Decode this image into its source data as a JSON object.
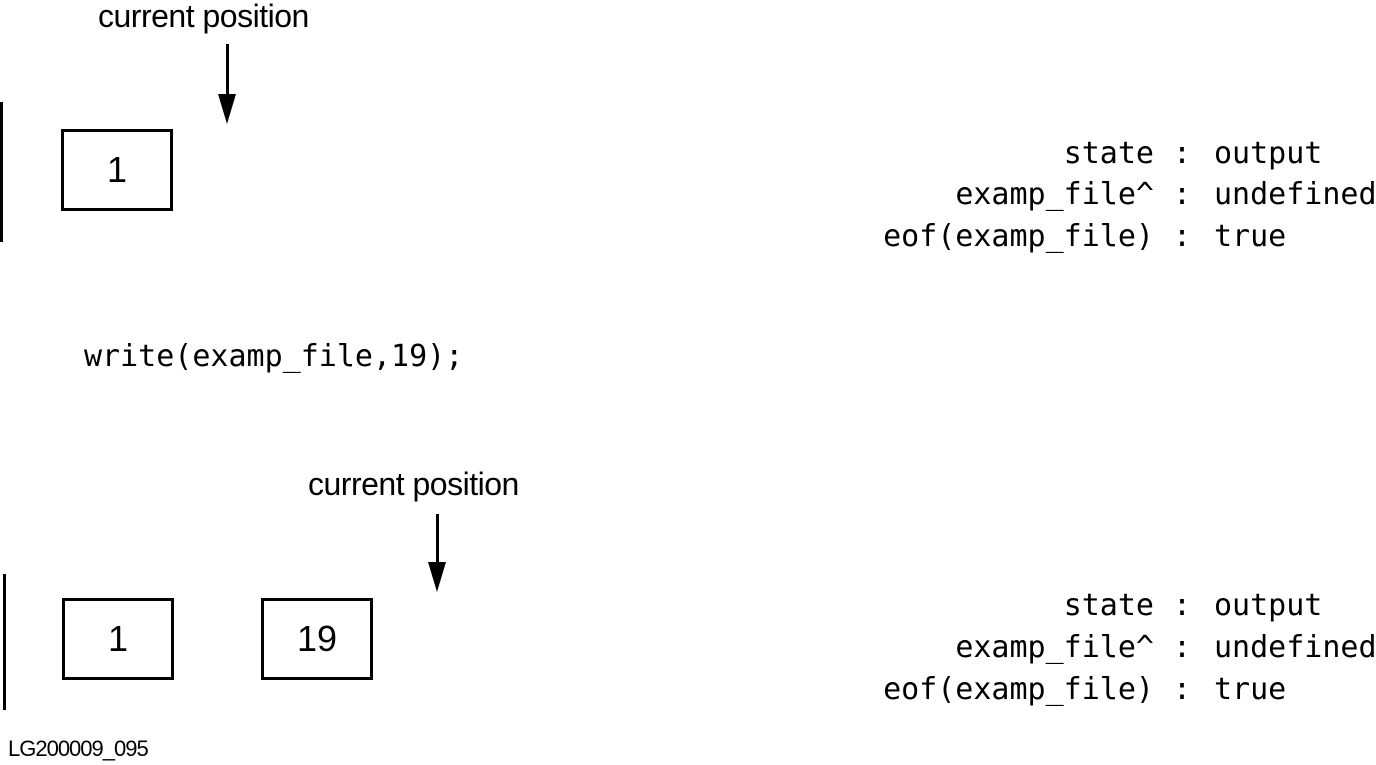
{
  "panels": [
    {
      "pointer_label": "current position",
      "cells": [
        "1"
      ],
      "state": [
        {
          "key": "state",
          "value": "output"
        },
        {
          "key": "examp_file^",
          "value": "undefined"
        },
        {
          "key": "eof(examp_file)",
          "value": "true"
        }
      ]
    },
    {
      "pointer_label": "current position",
      "cells": [
        "1",
        "19"
      ],
      "state": [
        {
          "key": "state",
          "value": "output"
        },
        {
          "key": "examp_file^",
          "value": "undefined"
        },
        {
          "key": "eof(examp_file)",
          "value": "true"
        }
      ]
    }
  ],
  "operation": "write(examp_file,19);",
  "figure_id": "LG200009_095",
  "separator": ":"
}
